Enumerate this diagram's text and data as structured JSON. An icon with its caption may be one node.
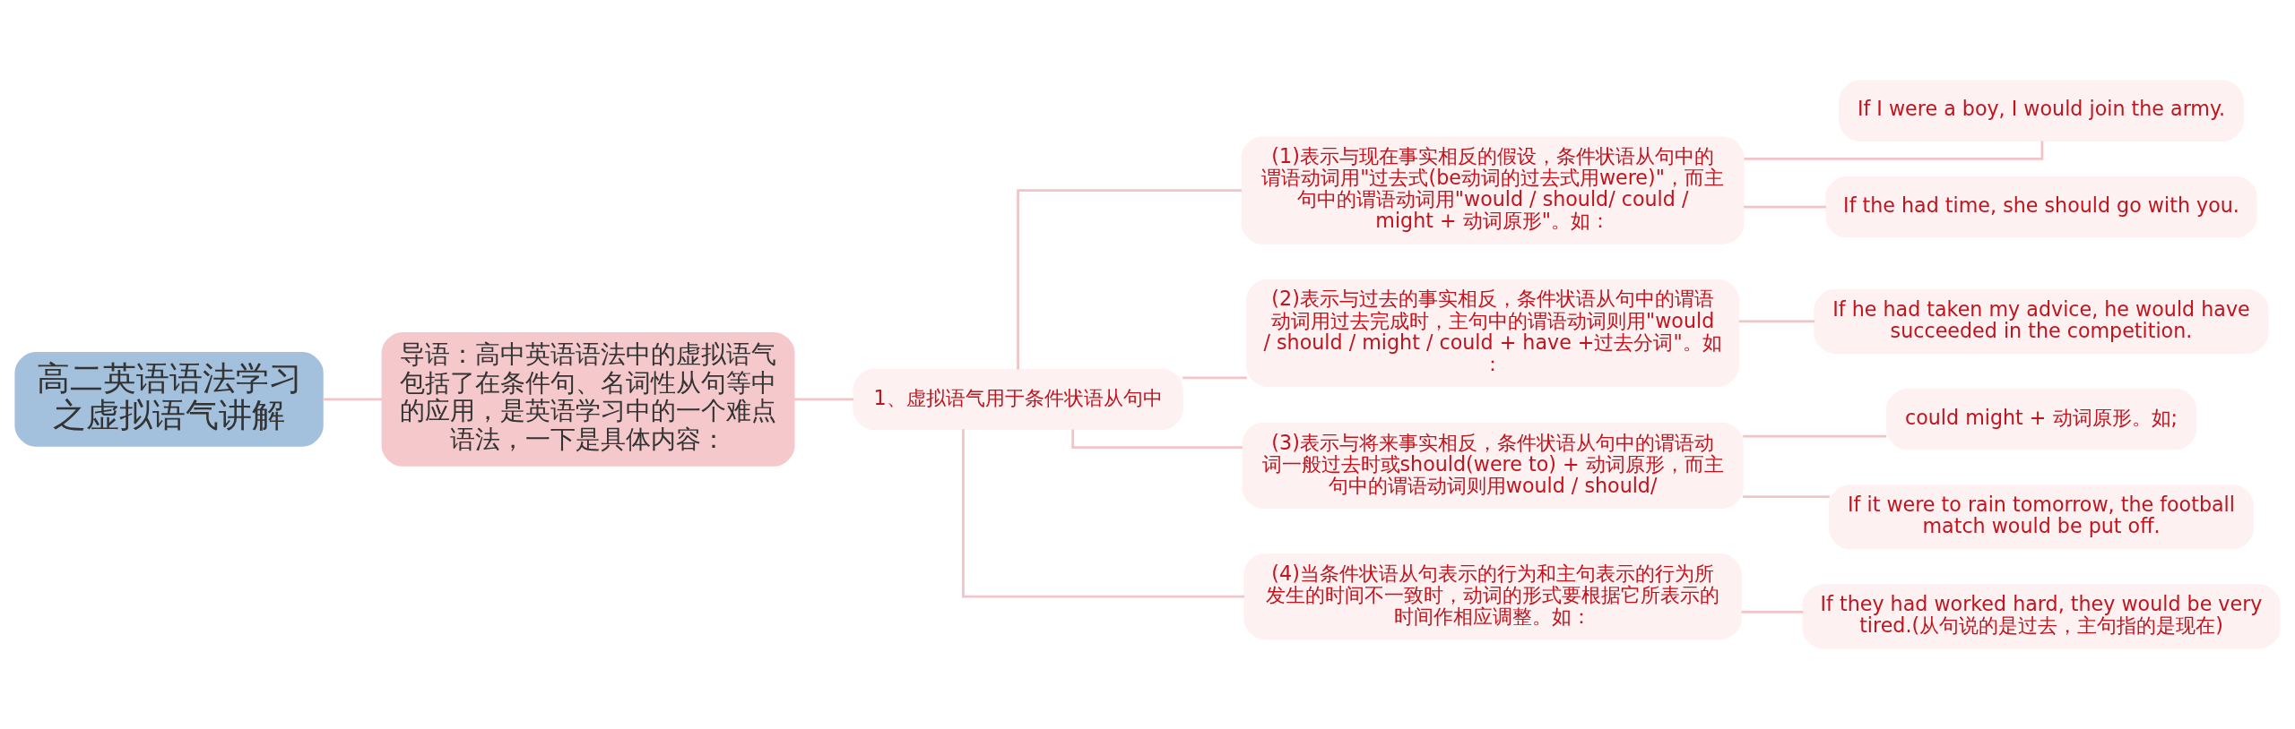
{
  "diagram": {
    "nodes": [
      {
        "text": [
          "高二英语语法学习之虚拟语气讲解"
        ]
      },
      {
        "text": [
          "导语：高中英语语法中的虚拟语气包括了在条件句、名词性从句等中的应用，是英语学习中的一个难点语法，一下是具体内容："
        ]
      },
      {
        "text": [
          "1、虚拟语气用于条件状语从句中"
        ]
      },
      {
        "text": [
          "(1)表示与现在事实相反的假设，条件状语从句中的谓语动词用\"过去式(be动词的过去式用were)\"，而主句中的谓语动词用\"would / should/ could / might + 动词原形\"。如："
        ]
      },
      {
        "text": [
          "(2)表示与过去的事实相反，条件状语从句中的谓语动词用过去完成时，主句中的谓语动词则用\"would / should / might / could + have +过去分词\"。如："
        ]
      },
      {
        "text": [
          "(3)表示与将来事实相反，条件状语从句中的谓语动词一般过去时或should(were to) + 动词原形，而主句中的谓语动词则用would / should/"
        ]
      },
      {
        "text": [
          "(4)当条件状语从句表示的行为和主句表示的行为所发生的时间不一致时，动词的形式要根据它所表示的时间作相应调整。如："
        ]
      },
      {
        "text": [
          "If I were a boy, I would join the army."
        ]
      },
      {
        "text": [
          "If the had time, she should go with you."
        ]
      },
      {
        "text": [
          "If he had taken my advice, he would have succeeded in the competition."
        ]
      },
      {
        "text": [
          "could might + 动词原形。如;"
        ]
      },
      {
        "text": [
          "If it were to rain tomorrow, the football match would be put off."
        ]
      },
      {
        "text": [
          "If they had worked hard, they would be very tired.(从句说的是过去，主句指的是现在)"
        ]
      }
    ],
    "edges": [
      {
        "from": 0,
        "to": 1,
        "arrow": "none"
      },
      {
        "from": 1,
        "to": 2,
        "arrow": "none"
      },
      {
        "from": 2,
        "to": 3,
        "arrow": "none"
      },
      {
        "from": 2,
        "to": 4,
        "arrow": "none"
      },
      {
        "from": 2,
        "to": 5,
        "arrow": "none"
      },
      {
        "from": 2,
        "to": 6,
        "arrow": "none"
      },
      {
        "from": 3,
        "to": 7,
        "arrow": "none"
      },
      {
        "from": 3,
        "to": 8,
        "arrow": "none"
      },
      {
        "from": 4,
        "to": 9,
        "arrow": "none"
      },
      {
        "from": 5,
        "to": 10,
        "arrow": "none"
      },
      {
        "from": 5,
        "to": 11,
        "arrow": "none"
      },
      {
        "from": 6,
        "to": 12,
        "arrow": "none"
      }
    ]
  }
}
